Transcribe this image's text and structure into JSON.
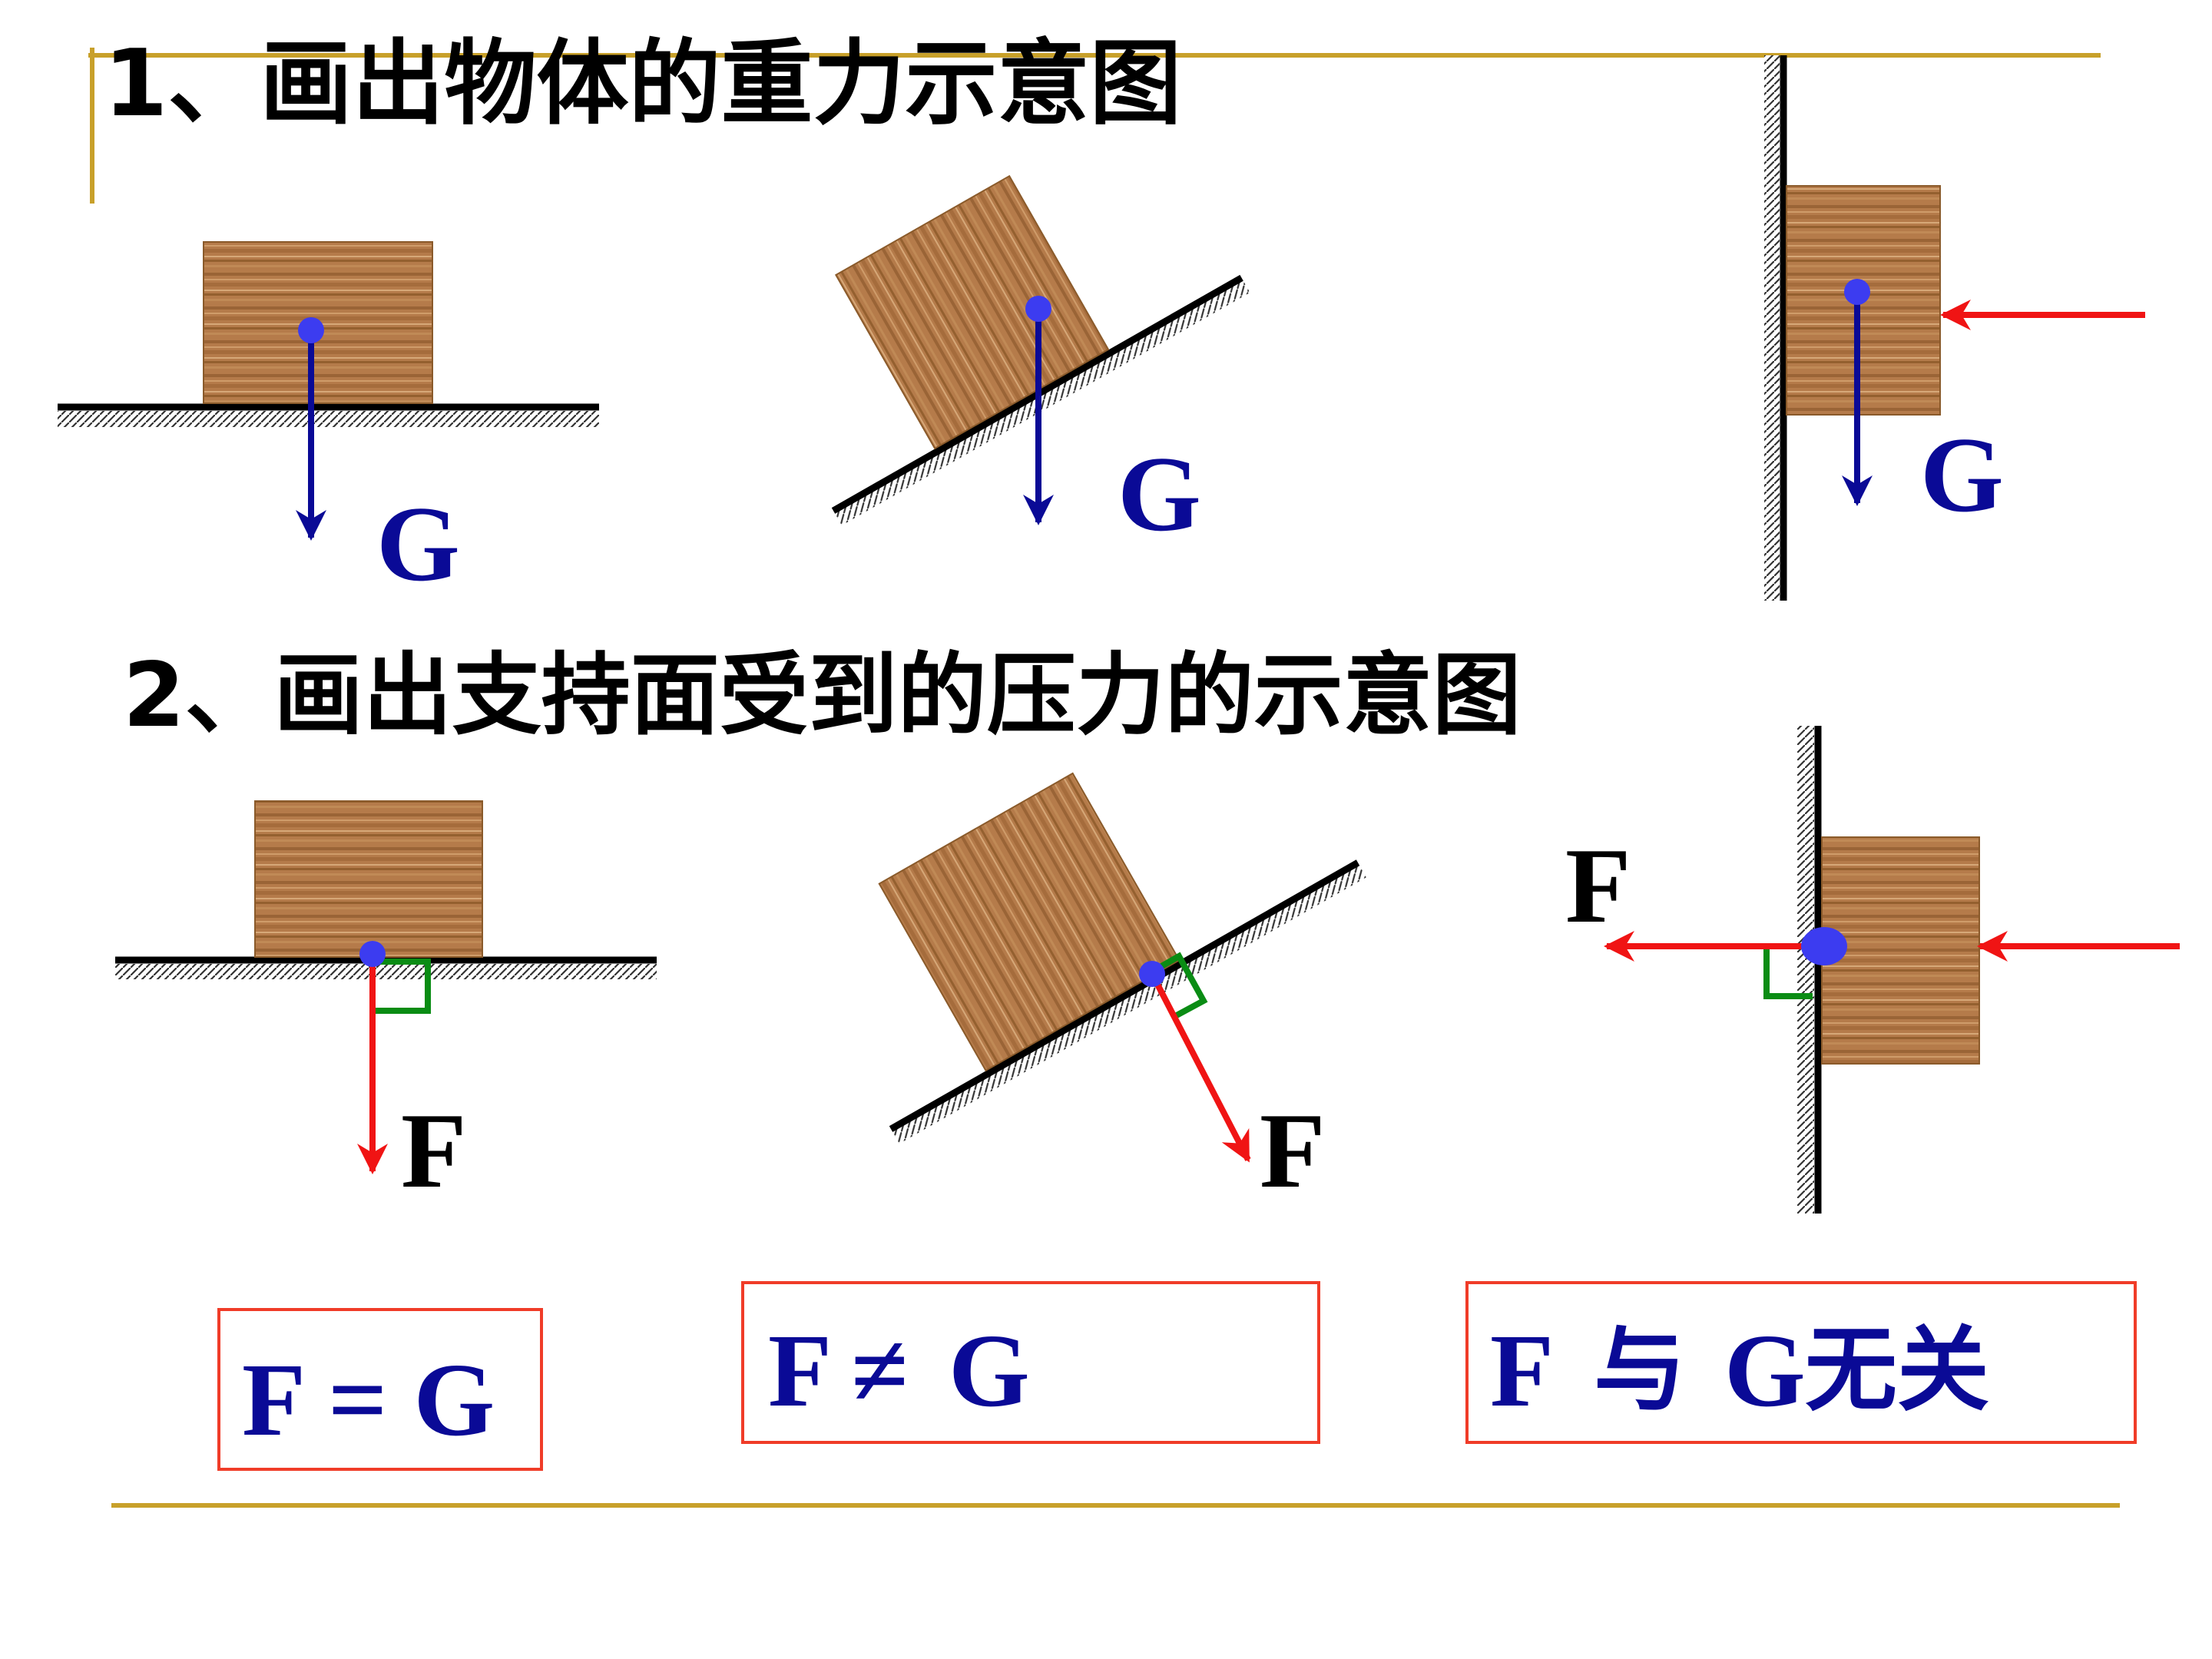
{
  "headings": {
    "q1": "1、画出物体的重力示意图",
    "q2": "2、画出支持面受到的压力的示意图"
  },
  "labels": {
    "gravity": "G",
    "force": "F"
  },
  "comparisons": {
    "horizontal": "F = G",
    "incline_f": "F",
    "incline_neq": "≠",
    "incline_g": "G",
    "wall_f": "F",
    "wall_yu": "与",
    "wall_g": "G",
    "wall_wuguan": "无关"
  },
  "colors": {
    "accent_line": "#c8a02a",
    "gravity_arrow": "#0a0a96",
    "force_arrow": "#f01414",
    "point": "#3c3cf0",
    "right_angle": "#0a8c14",
    "box_border": "#f03c28",
    "wood": "#b07a48"
  }
}
